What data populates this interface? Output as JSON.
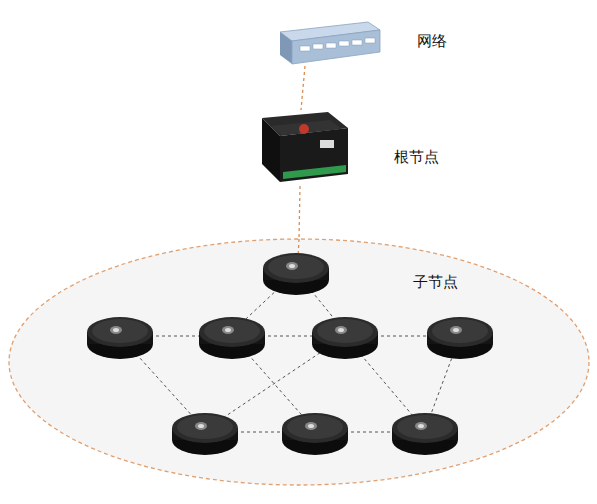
{
  "diagram": {
    "nodes": [
      {
        "text": [
          "网络"
        ]
      },
      {
        "text": [
          "根节点"
        ]
      },
      {
        "text": [
          "子节点"
        ]
      }
    ],
    "edges": [
      {
        "from": 0,
        "to": 1,
        "arrow": "none"
      },
      {
        "from": 1,
        "to": 2,
        "arrow": "none"
      }
    ]
  }
}
